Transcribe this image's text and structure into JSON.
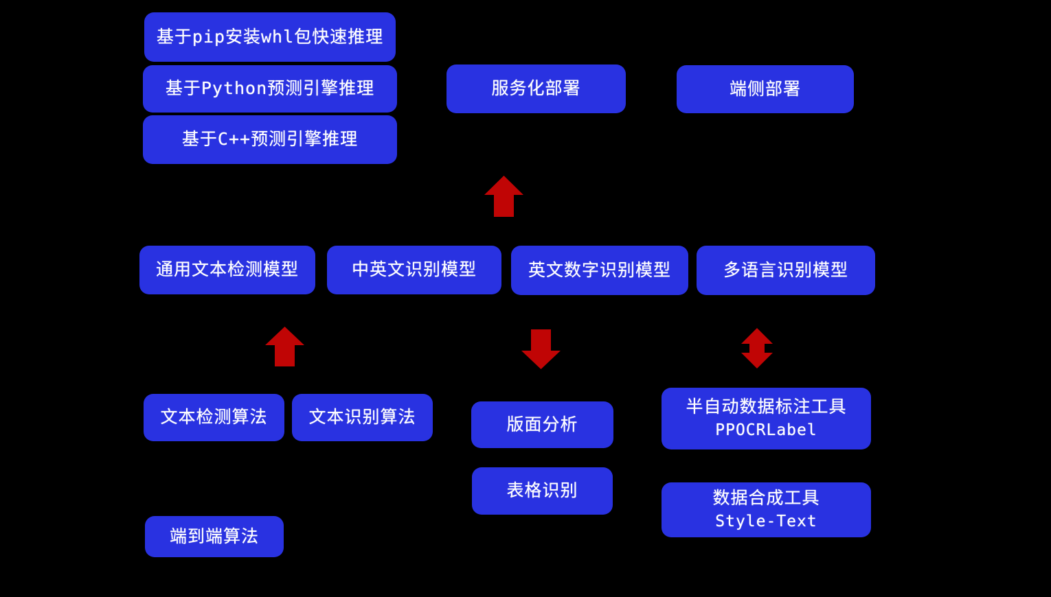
{
  "colors": {
    "background": "#000000",
    "node_fill": "#2932E1",
    "node_text": "#FFFFFF",
    "arrow": "#C00505"
  },
  "nodes": [
    {
      "label": "基于pip安装whl包快速推理"
    },
    {
      "label": "基于Python预测引擎推理"
    },
    {
      "label": "基于C++预测引擎推理"
    },
    {
      "label": "服务化部署"
    },
    {
      "label": "端侧部署"
    },
    {
      "label": "通用文本检测模型"
    },
    {
      "label": "中英文识别模型"
    },
    {
      "label": "英文数字识别模型"
    },
    {
      "label": "多语言识别模型"
    },
    {
      "label": "文本检测算法"
    },
    {
      "label": "文本识别算法"
    },
    {
      "label": "版面分析"
    },
    {
      "label": "表格识别"
    },
    {
      "label": "半自动数据标注工具",
      "sublabel": "PPOCRLabel"
    },
    {
      "label": "数据合成工具",
      "sublabel": "Style-Text"
    },
    {
      "label": "端到端算法"
    }
  ],
  "arrows": [
    {
      "direction": "up"
    },
    {
      "direction": "up"
    },
    {
      "direction": "down"
    },
    {
      "direction": "up-down"
    }
  ]
}
